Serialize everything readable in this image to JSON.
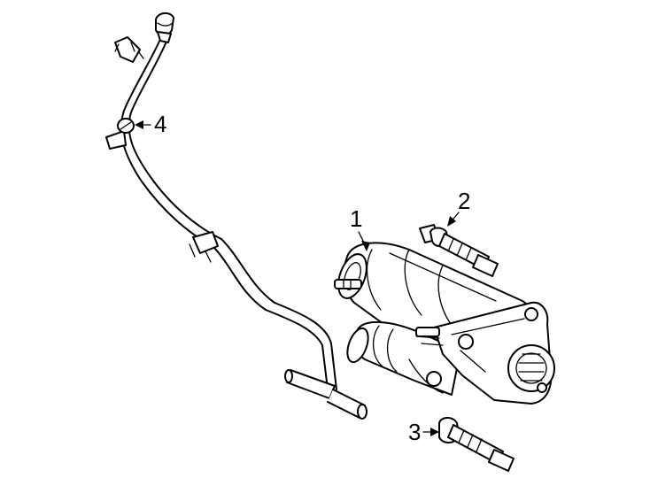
{
  "diagram": {
    "callouts": [
      {
        "id": "starter",
        "label": "1"
      },
      {
        "id": "upper-bolt",
        "label": "2"
      },
      {
        "id": "lower-bolt",
        "label": "3"
      },
      {
        "id": "cable-clip",
        "label": "4"
      }
    ]
  },
  "colors": {
    "line": "#000000",
    "background": "#ffffff"
  }
}
